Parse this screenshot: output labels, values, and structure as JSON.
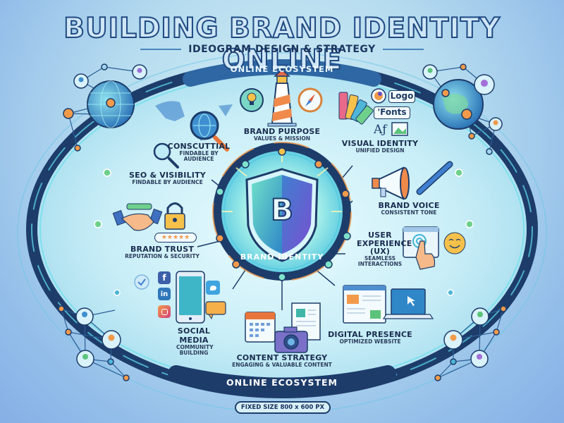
{
  "header": {
    "title": "BUILDING BRAND IDENTITY ONLINE",
    "subtitle": "IDEOGRAM DESIGN & STRATEGY"
  },
  "rings": {
    "top_label": "ONLINE ECOSYSTEM",
    "bottom_label": "ONLINE ECOSYSTEM",
    "center_label": "BRAND IDENTITY",
    "center_letter": "B"
  },
  "nodes": [
    {
      "id": "brand-purpose",
      "title": "BRAND PURPOSE",
      "sub": "VALUES & MISSION",
      "icons": [
        "lightbulb-icon",
        "lighthouse-icon",
        "compass-icon"
      ]
    },
    {
      "id": "visual-identity",
      "title": "VISUAL IDENTITY",
      "sub": "UNIFIED DESIGN",
      "icons": [
        "color-swatch-icon",
        "logo-icon",
        "fonts-icon",
        "typography-icon",
        "image-icon"
      ]
    },
    {
      "id": "brand-voice",
      "title": "BRAND VOICE",
      "sub": "CONSISTENT TONE",
      "icons": [
        "megaphone-icon",
        "pen-icon"
      ]
    },
    {
      "id": "user-experience",
      "title": "USER EXPERIENCE (UX)",
      "sub": "SEAMLESS INTERACTIONS",
      "icons": [
        "browser-window-icon",
        "pointer-hand-icon",
        "smiley-icon"
      ]
    },
    {
      "id": "digital-presence",
      "title": "DIGITAL PRESENCE",
      "sub": "OPTIMIZED WEBSITE",
      "icons": [
        "webpage-icon",
        "laptop-icon"
      ]
    },
    {
      "id": "content-strategy",
      "title": "CONTENT STRATEGY",
      "sub": "ENGAGING & VALUABLE CONTENT",
      "icons": [
        "calendar-icon",
        "document-icon",
        "camera-icon"
      ]
    },
    {
      "id": "social-media",
      "title": "SOCIAL MEDIA",
      "sub": "COMMUNITY BUILDING",
      "icons": [
        "smartphone-icon",
        "facebook-icon",
        "linkedin-icon",
        "instagram-icon",
        "twitter-icon",
        "chat-bubble-icon"
      ]
    },
    {
      "id": "brand-trust",
      "title": "BRAND TRUST",
      "sub": "REPUTATION & SECURITY",
      "icons": [
        "handshake-icon",
        "padlock-icon",
        "five-star-rating-icon"
      ]
    },
    {
      "id": "seo-visibility",
      "title": "SEO & VISIBILITY",
      "sub": "FINDABLE BY AUDIENCE",
      "icons": [
        "magnifier-icon"
      ]
    },
    {
      "id": "consultial",
      "title": "CONSCUTTIAL",
      "sub": "FINDABLE BY AUDIENCE",
      "icons": [
        "world-map-icon",
        "globe-search-icon"
      ]
    }
  ],
  "chips": {
    "logo": "Logo",
    "fonts": "'Fonts",
    "typo": "Aƒ",
    "facebook": "f",
    "linkedin": "in",
    "stars": "★★★★★"
  },
  "footer": {
    "note": "FIXED SIZE 800 x 600 PX"
  },
  "colors": {
    "navy": "#1d3c6a",
    "ring_teal": "#58c9e0",
    "accent_orange": "#f39a4a",
    "accent_green": "#6fd08c",
    "shield_left": "#4fb6d8",
    "shield_right": "#6a4fc4"
  }
}
